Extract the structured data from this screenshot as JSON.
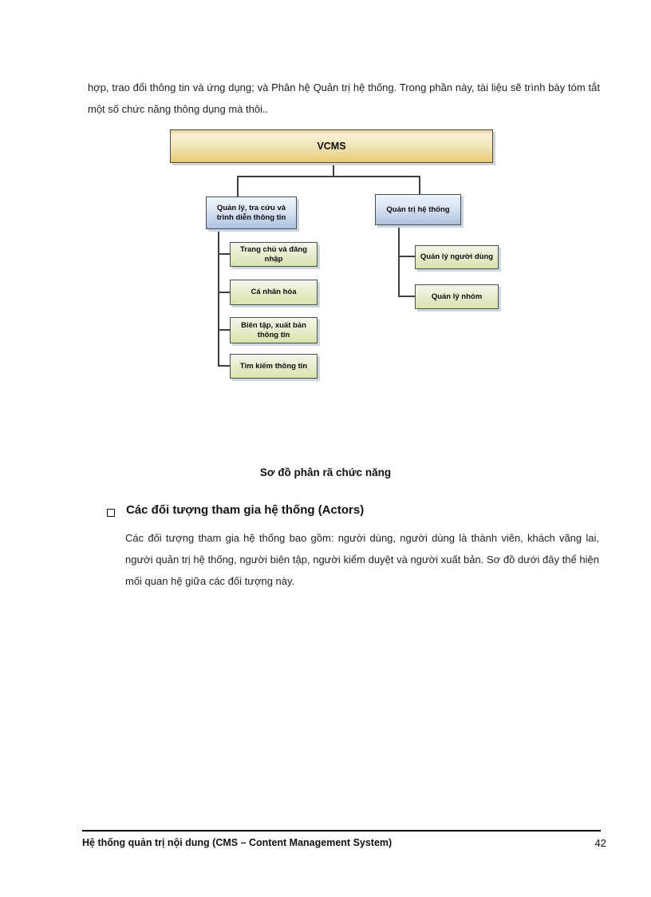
{
  "intro": {
    "text": "hợp, trao đổi thông tin và ứng dụng; và Phân hệ Quản trị hệ thống. Trong phần này, tài liệu sẽ trình bày tóm tắt một số chức năng thông dụng mà thôi.."
  },
  "diagram": {
    "caption": "Sơ đồ phân rã chức năng",
    "root": {
      "label": "VCMS"
    },
    "branches": [
      {
        "label": "Quản lý, tra cứu và trình diễn thông tin",
        "children": [
          "Trang chủ và đăng nhập",
          "Cá nhân hóa",
          "Biên tập, xuất bản thông tin",
          "Tìm kiếm thông tin"
        ]
      },
      {
        "label": "Quản trị hệ thống",
        "children": [
          "Quản lý người dùng",
          "Quản lý nhóm"
        ]
      }
    ],
    "colors": {
      "root_box_top": "#f8f1d8",
      "root_box_bottom": "#e9ca74",
      "branch_box_top": "#eff4fb",
      "branch_box_bottom": "#aebfdd",
      "leaf_box_top": "#f3f6ea",
      "leaf_box_bottom": "#d8e3ae",
      "box_border": "#4d4d4d",
      "connector": "#404040"
    }
  },
  "section": {
    "bullet": "square",
    "heading": "Các đối tượng tham gia hệ thống (Actors)",
    "body": "Các đối tượng tham gia hệ thống bao gồm: người dùng, người dùng là thành viên, khách vãng lai, người quản trị hệ thống, người biên tập, người kiểm duyệt và người xuất bản. Sơ đồ dưới đây thể hiện mối quan hệ giữa các đối tượng này."
  },
  "footer": {
    "title": "Hệ thống quản trị nội dung (CMS – Content Management System)",
    "page_number": "42"
  }
}
